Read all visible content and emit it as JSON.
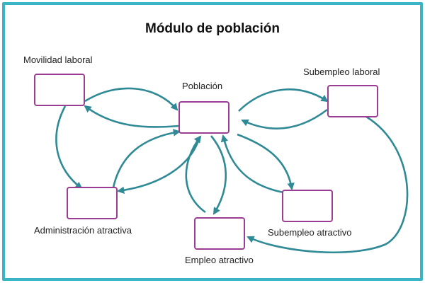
{
  "title": "Módulo de población",
  "nodes": {
    "movilidad_laboral": "Movilidad laboral",
    "poblacion": "Población",
    "subempleo_laboral": "Subempleo laboral",
    "administracion_atractiva": "Administración atractiva",
    "subempleo_atractivo": "Subempleo atractivo",
    "empleo_atractivo": "Empleo atractivo"
  },
  "colors": {
    "frame": "#3cb4c6",
    "node_border": "#9b3d93",
    "arrow": "#2f8a96"
  }
}
